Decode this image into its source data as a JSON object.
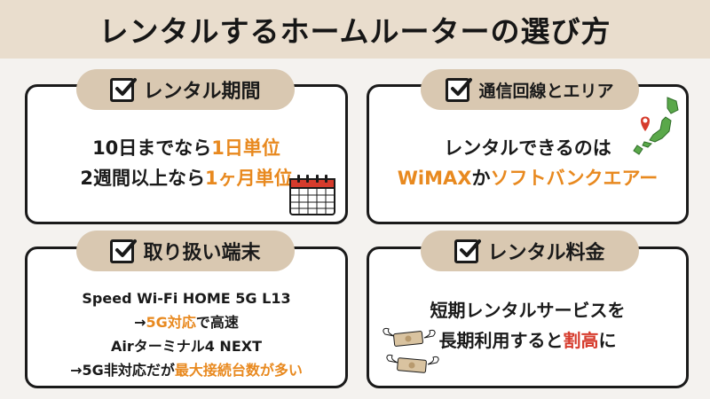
{
  "header": {
    "title": "レンタルするホームルーターの選び方"
  },
  "cards": {
    "rental_period": {
      "title": "レンタル期間",
      "line1_main": "10日までなら",
      "line1_accent": "1日単位",
      "line2_main": "2週間以上なら",
      "line2_accent": "1ヶ月単位"
    },
    "area": {
      "title": "通信回線とエリア",
      "line1": "レンタルできるのは",
      "line2_accent1": "WiMAX",
      "line2_mid": "か",
      "line2_accent2": "ソフトバンクエアー"
    },
    "devices": {
      "title": "取り扱い端末",
      "line1": "Speed Wi-Fi HOME 5G  L13",
      "line2_arrow": "→",
      "line2_accent": "5G対応",
      "line2_tail": "で高速",
      "line3": "Airターミナル4  NEXT",
      "line4_arrow": "→",
      "line4_main": "5G非対応だが",
      "line4_accent": "最大接続台数が多い"
    },
    "fee": {
      "title": "レンタル料金",
      "line1": "短期レンタルサービスを",
      "line2_main": "長期利用すると",
      "line2_accent": "割高",
      "line2_tail": "に"
    }
  },
  "icons": {
    "checkbox": "checkbox-icon",
    "calendar": "calendar-icon",
    "japan_map": "japan-map-icon",
    "flying_money": "flying-money-icon"
  },
  "colors": {
    "header_bg": "#e9ddcd",
    "pill_bg": "#d9c8b1",
    "accent_orange": "#e8891f",
    "accent_red": "#d63b2c",
    "border": "#1a1a1a"
  }
}
